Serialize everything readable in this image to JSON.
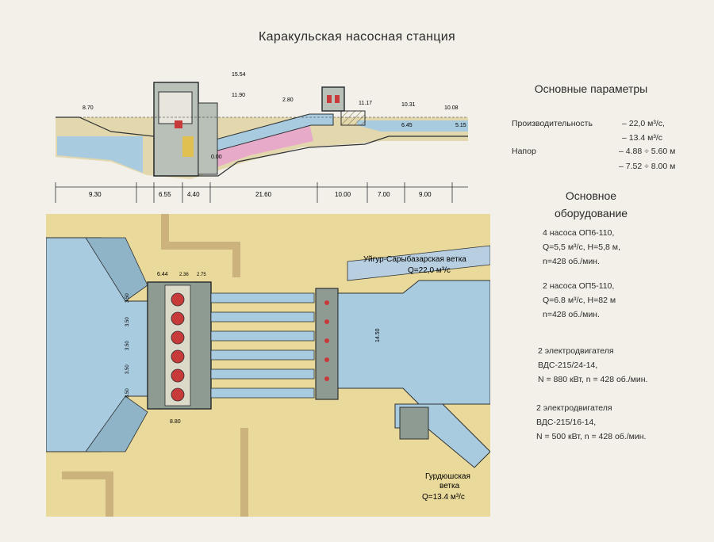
{
  "title": "Каракульская насосная станция",
  "section": {
    "elevations": [
      "15.54",
      "11.90",
      "8.70",
      "2.80",
      "11.17",
      "10.31",
      "10.08",
      "6.45",
      "5.15",
      "0.00"
    ],
    "dimensions": [
      "9.30",
      "6.55",
      "4.40",
      "21.60",
      "10.00",
      "7.00",
      "9.00"
    ]
  },
  "plan": {
    "dimensions_top": [
      "6.44",
      "2.36",
      "2.75"
    ],
    "dimensions_side": [
      "3.50",
      "3.50",
      "3.50",
      "3.50",
      "3.50"
    ],
    "dimension_bottom": "8.80",
    "dimension_channel": "14.50",
    "branch_1_name": "Уйгур-Сарыбазарская ветка",
    "branch_1_flow": "Q=22,0 м³/с",
    "branch_2_name_1": "Гурдюшская",
    "branch_2_name_2": "ветка",
    "branch_2_flow": "Q=13.4 м³/с"
  },
  "parameters": {
    "title": "Основные параметры",
    "productivity_label": "Производительность",
    "productivity_1": "– 22,0 м³/с,",
    "productivity_2": "– 13.4 м³/с",
    "head_label": "Напор",
    "head_1": "– 4.88 ÷ 5.60 м",
    "head_2": "– 7.52 ÷ 8.00 м"
  },
  "equipment": {
    "title_1": "Основное",
    "title_2": "оборудование",
    "g1_l1": "4  насоса ОП6-110,",
    "g1_l2": "Q=5,5 м³/с,  H=5,8 м,",
    "g1_l3": "n=428 об./мин.",
    "g2_l1": "2 насоса ОП5-110,",
    "g2_l2": "Q=6.8 м³/с, H=82 м",
    "g2_l3": "n=428 об./мин.",
    "g3_l1": "2 электродвигателя",
    "g3_l2": "ВДС-215/24-14,",
    "g3_l3": "N = 880 кВт, n = 428 об./мин.",
    "g4_l1": "2 электродвигателя",
    "g4_l2": "ВДС-215/16-14,",
    "g4_l3": "N = 500 кВт, n = 428 об./мин."
  },
  "colors": {
    "water": "#a9cbe0",
    "soil": "#e9d99a",
    "fill_pink": "#e7aac9",
    "concrete": "#8e9b92",
    "pump_red": "#c83a3a",
    "line": "#2d3033"
  }
}
